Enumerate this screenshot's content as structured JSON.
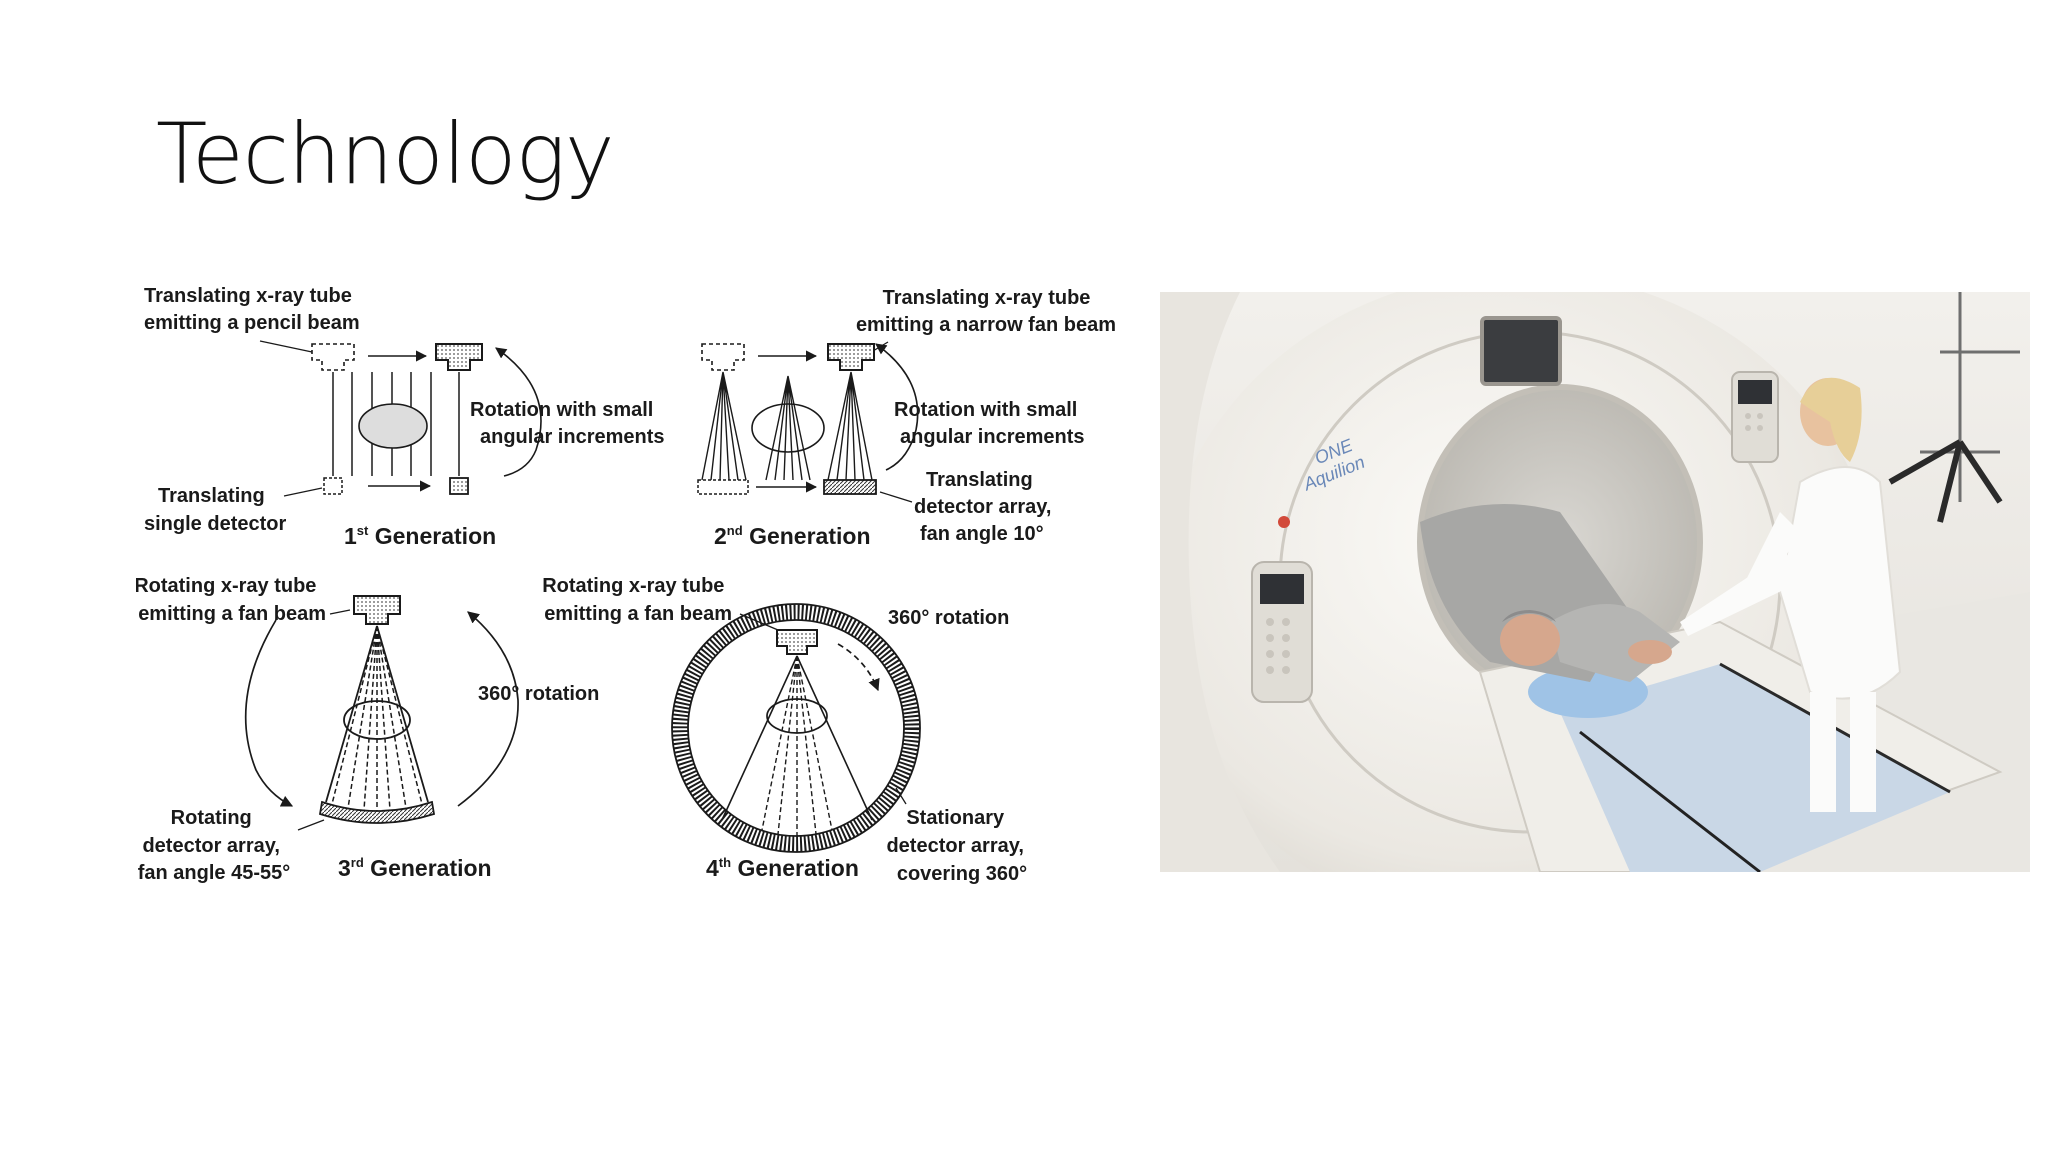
{
  "slide": {
    "title": "Technology"
  },
  "diagram": {
    "gen1": {
      "tube_label": [
        "Translating x-ray tube",
        "emitting a pencil beam"
      ],
      "rotation_label": [
        "Rotation with small",
        "angular increments"
      ],
      "detector_label": [
        "Translating",
        "single detector"
      ],
      "generation": {
        "num": "1",
        "suffix": "st",
        "word": " Generation"
      }
    },
    "gen2": {
      "tube_label": [
        "Translating x-ray tube",
        "emitting a narrow fan beam"
      ],
      "rotation_label": [
        "Rotation with small",
        "angular increments"
      ],
      "detector_label": [
        "Translating",
        "detector array,",
        "fan angle 10°"
      ],
      "generation": {
        "num": "2",
        "suffix": "nd",
        "word": " Generation"
      }
    },
    "gen3": {
      "tube_label": [
        "Rotating x-ray tube",
        "emitting a fan beam"
      ],
      "rotation_label": "360° rotation",
      "detector_label": [
        "Rotating",
        "detector array,",
        "fan angle 45-55°"
      ],
      "generation": {
        "num": "3",
        "suffix": "rd",
        "word": " Generation"
      }
    },
    "gen4": {
      "tube_label": [
        "Rotating x-ray tube",
        "emitting a fan beam"
      ],
      "rotation_label": "360° rotation",
      "detector_label": [
        "Stationary",
        "detector array,",
        "covering 360°"
      ],
      "generation": {
        "num": "4",
        "suffix": "th",
        "word": " Generation"
      }
    }
  },
  "photo": {
    "gantry_logo": [
      "ONE",
      "Aquilion"
    ]
  }
}
